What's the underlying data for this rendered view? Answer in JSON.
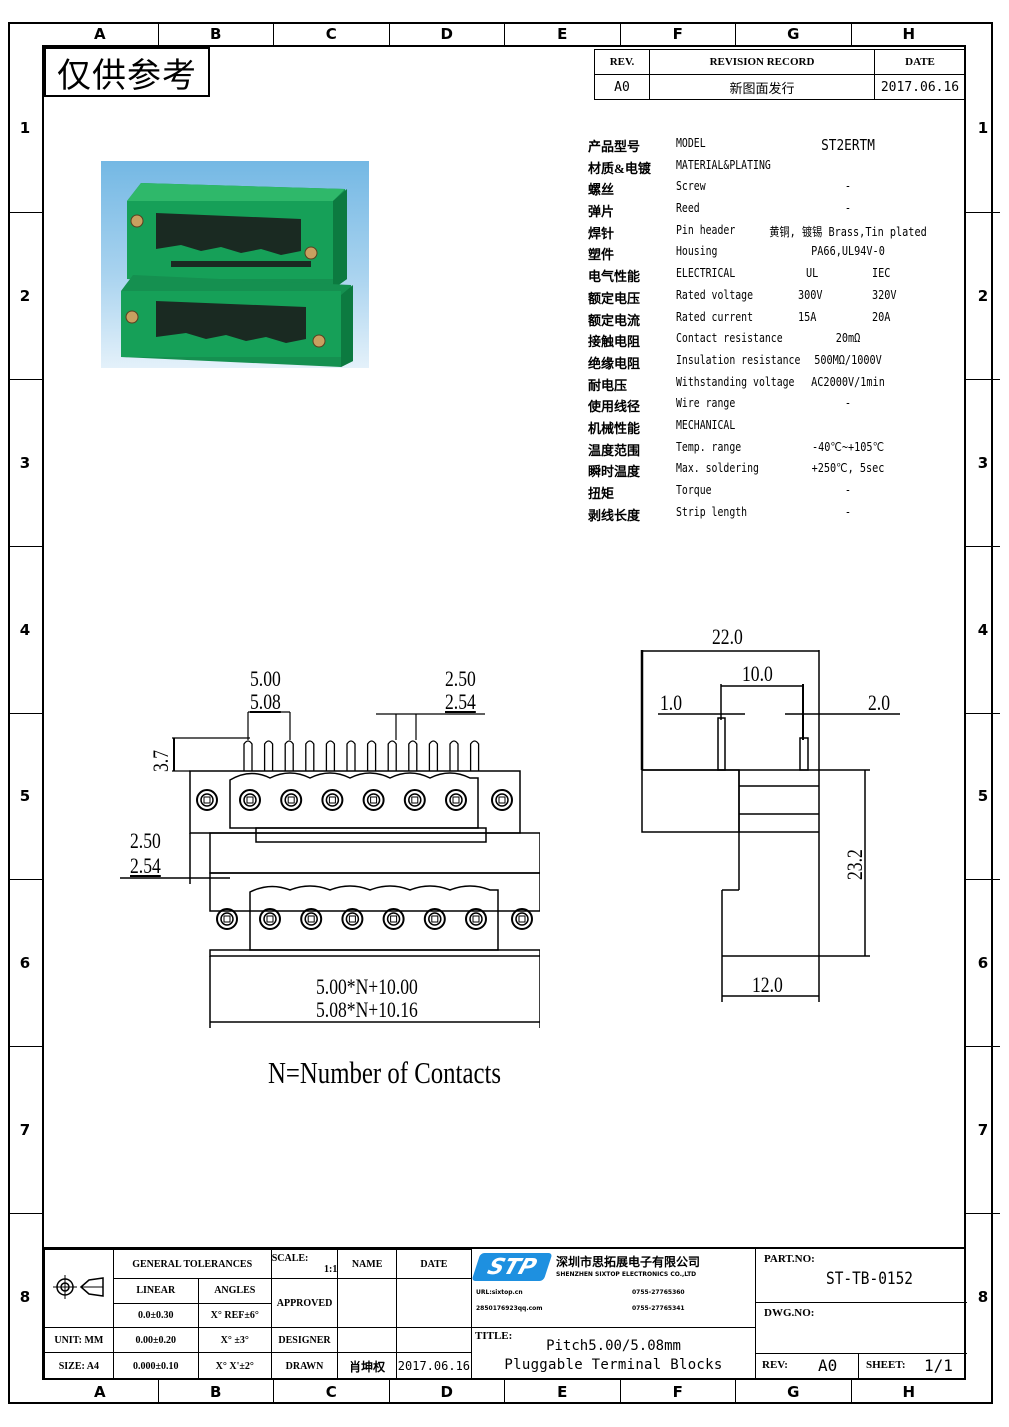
{
  "grid": {
    "columns": [
      "A",
      "B",
      "C",
      "D",
      "E",
      "F",
      "G",
      "H"
    ],
    "rows": [
      "1",
      "2",
      "3",
      "4",
      "5",
      "6",
      "7",
      "8"
    ]
  },
  "stamp": "仅供参考",
  "revision_table": {
    "headers": [
      "REV.",
      "REVISION RECORD",
      "DATE"
    ],
    "rows": [
      [
        "A0",
        "新图面发行",
        "2017.06.16"
      ]
    ]
  },
  "specs": [
    {
      "zh": "产品型号",
      "en": "MODEL",
      "v1": "ST2ERTM",
      "v2": ""
    },
    {
      "zh": "材质&电镀",
      "en": "MATERIAL&PLATING",
      "v1": "",
      "v2": ""
    },
    {
      "zh": "螺丝",
      "en": "Screw",
      "v1": "-",
      "v2": ""
    },
    {
      "zh": "弹片",
      "en": "Reed",
      "v1": "-",
      "v2": ""
    },
    {
      "zh": "焊针",
      "en": "Pin header",
      "v1": "黄铜, 镀锡 Brass,Tin plated",
      "v2": ""
    },
    {
      "zh": "塑件",
      "en": "Housing",
      "v1": "PA66,UL94V-0",
      "v2": ""
    },
    {
      "zh": "电气性能",
      "en": "ELECTRICAL",
      "v1": "UL",
      "v2": "IEC"
    },
    {
      "zh": "额定电压",
      "en": "Rated voltage",
      "v1": "300V",
      "v2": "320V"
    },
    {
      "zh": "额定电流",
      "en": "Rated current",
      "v1": "15A",
      "v2": "20A"
    },
    {
      "zh": "接触电阻",
      "en": "Contact resistance",
      "v1": "20mΩ",
      "v2": ""
    },
    {
      "zh": "绝缘电阻",
      "en": "Insulation resistance",
      "v1": "500MΩ/1000V",
      "v2": ""
    },
    {
      "zh": "耐电压",
      "en": "Withstanding voltage",
      "v1": "AC2000V/1min",
      "v2": ""
    },
    {
      "zh": "使用线径",
      "en": "Wire range",
      "v1": "-",
      "v2": ""
    },
    {
      "zh": "机械性能",
      "en": "MECHANICAL",
      "v1": "",
      "v2": ""
    },
    {
      "zh": "温度范围",
      "en": "Temp. range",
      "v1": "-40℃~+105℃",
      "v2": ""
    },
    {
      "zh": "瞬时温度",
      "en": "Max. soldering",
      "v1": "+250℃, 5sec",
      "v2": ""
    },
    {
      "zh": "扭矩",
      "en": "Torque",
      "v1": "-",
      "v2": ""
    },
    {
      "zh": "剥线长度",
      "en": "Strip length",
      "v1": "-",
      "v2": ""
    }
  ],
  "front_view": {
    "pitch_a": "5.00",
    "pitch_b": "5.08",
    "half_pitch_a": "2.50",
    "half_pitch_b": "2.54",
    "pin_height": "3.7",
    "offset_a": "2.50",
    "offset_b": "2.54",
    "length_a": "5.00*N+10.00",
    "length_b": "5.08*N+10.16",
    "contacts": 6,
    "note": "N=Number of Contacts"
  },
  "side_view": {
    "width": "22.0",
    "pin_spacing": "10.0",
    "left_offset": "1.0",
    "right_offset": "2.0",
    "height": "23.2",
    "base_width": "12.0"
  },
  "title_block": {
    "general_tolerances": "GENERAL TOLERANCES",
    "linear": "LINEAR",
    "angles": "ANGLES",
    "tol_rows": [
      [
        "0.0±0.30",
        "X° REF±6°"
      ],
      [
        "0.00±0.20",
        "X° ±3°"
      ],
      [
        "0.000±0.10",
        "X° X'±2°"
      ]
    ],
    "unit": "UNIT: MM",
    "size": "SIZE: A4",
    "scale_label": "SCALE:",
    "scale_value": "1:1",
    "name": "NAME",
    "date": "DATE",
    "approved": "APPROVED",
    "designer": "DESIGNER",
    "drawn": "DRAWN",
    "drawn_name": "肖坤权",
    "drawn_date": "2017.06.16",
    "company_logo": "STP",
    "company_zh": "深圳市思拓展电子有限公司",
    "company_en": "SHENZHEN SIXTOP ELECTRONICS CO.,LTD",
    "contact_1": "URL:sixtop.cn",
    "contact_2": "0755-27765360",
    "contact_3": "2850176923qq.com",
    "contact_4": "0755-27765341",
    "title_label": "TITLE:",
    "title_line1": "Pitch5.00/5.08mm",
    "title_line2": "Pluggable Terminal Blocks",
    "part_no_label": "PART.NO:",
    "part_no": "ST-TB-0152",
    "dwg_no_label": "DWG.NO:",
    "rev_label": "REV:",
    "rev": "A0",
    "sheet_label": "SHEET:",
    "sheet": "1/1",
    "logo_color": "#1e90e0"
  }
}
